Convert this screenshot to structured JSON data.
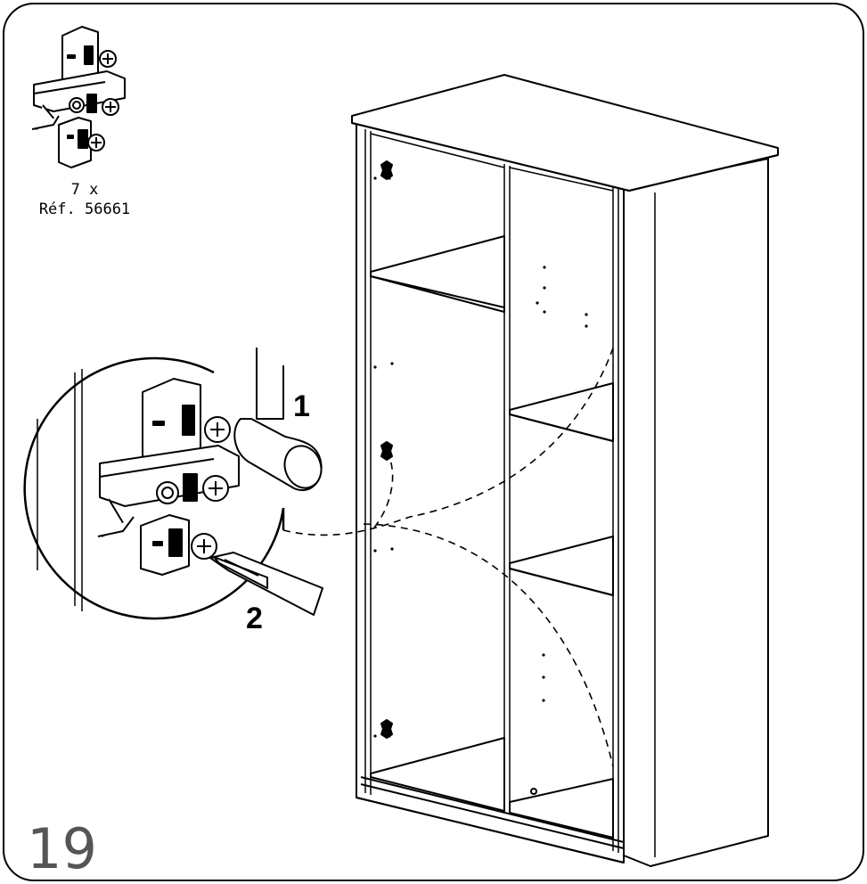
{
  "parts": {
    "quantity": "7 x",
    "reference": "Réf. 56661"
  },
  "step": {
    "number": "19"
  },
  "callouts": {
    "hammer_step": "1",
    "screwdriver_step": "2"
  }
}
